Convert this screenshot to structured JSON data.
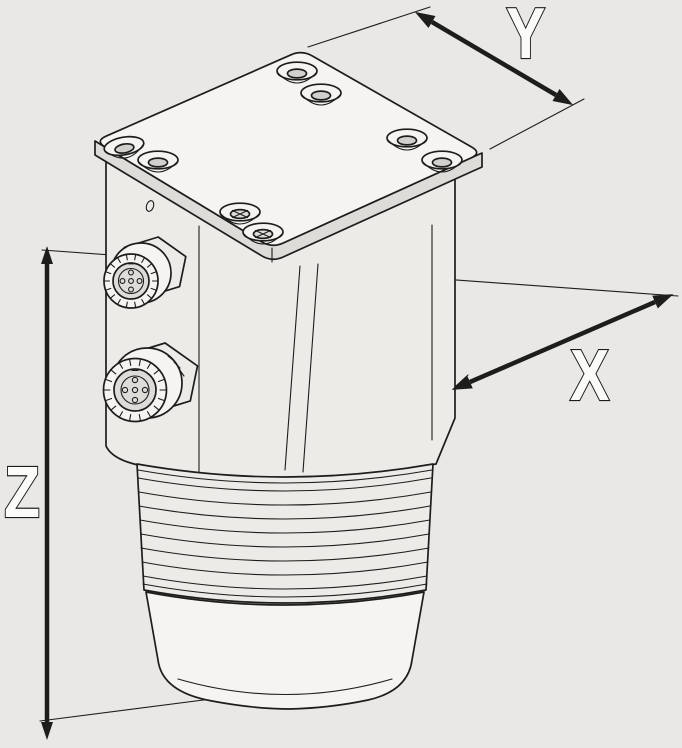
{
  "dimension_labels": {
    "y": "Y",
    "x": "X",
    "z": "Z"
  },
  "colors": {
    "background": "#e9e8e6",
    "line": "#1d1d1b",
    "fillLight": "#f5f4f2",
    "fillMid": "#edebe8",
    "fillDark": "#dedcd9",
    "holeFill": "#d2d0cc",
    "labelFill": "#fbfbfa"
  }
}
